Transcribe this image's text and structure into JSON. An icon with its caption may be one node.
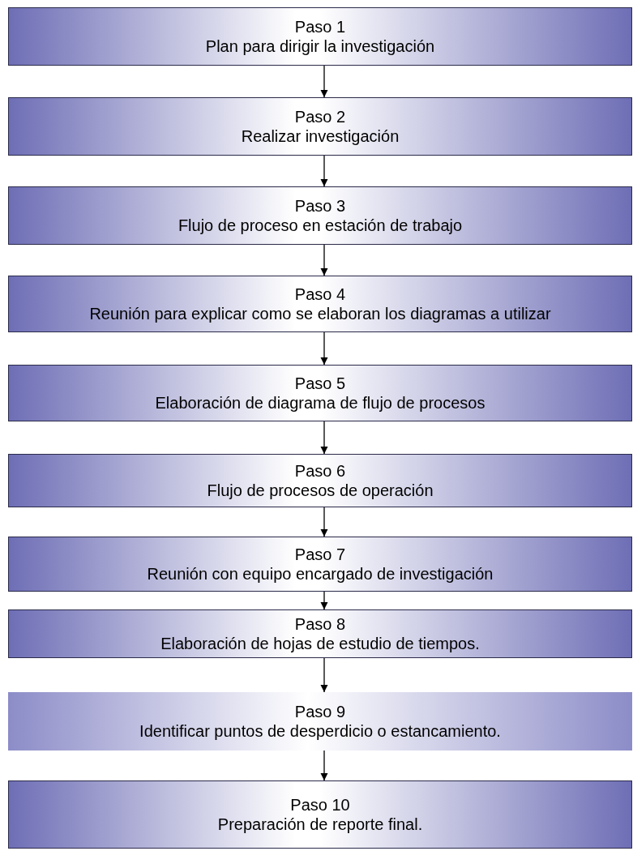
{
  "diagram": {
    "nodes": [
      {
        "text": [
          "Paso 1",
          "Plan para dirigir la investigación"
        ]
      },
      {
        "text": [
          "Paso 2",
          "Realizar investigación"
        ]
      },
      {
        "text": [
          "Paso 3",
          "Flujo de proceso en estación de trabajo"
        ]
      },
      {
        "text": [
          "Paso 4",
          "Reunión para explicar como se elaboran los diagramas a utilizar"
        ]
      },
      {
        "text": [
          "Paso 5",
          "Elaboración de diagrama de flujo de procesos"
        ]
      },
      {
        "text": [
          "Paso 6",
          "Flujo de procesos de operación"
        ]
      },
      {
        "text": [
          "Paso 7",
          "Reunión con equipo encargado de investigación"
        ]
      },
      {
        "text": [
          "Paso 8",
          "Elaboración de hojas de estudio de tiempos."
        ]
      },
      {
        "text": [
          "Paso 9",
          "Identificar puntos de desperdicio o estancamiento."
        ]
      },
      {
        "text": [
          "Paso 10",
          "Preparación de reporte final."
        ]
      }
    ],
    "edges": [
      {
        "from": 0,
        "to": 1,
        "arrow": "to"
      },
      {
        "from": 1,
        "to": 2,
        "arrow": "to"
      },
      {
        "from": 2,
        "to": 3,
        "arrow": "to"
      },
      {
        "from": 3,
        "to": 4,
        "arrow": "to"
      },
      {
        "from": 4,
        "to": 5,
        "arrow": "to"
      },
      {
        "from": 5,
        "to": 6,
        "arrow": "to"
      },
      {
        "from": 6,
        "to": 7,
        "arrow": "to"
      },
      {
        "from": 7,
        "to": 8,
        "arrow": "to"
      },
      {
        "from": 8,
        "to": 9,
        "arrow": "to"
      }
    ]
  }
}
